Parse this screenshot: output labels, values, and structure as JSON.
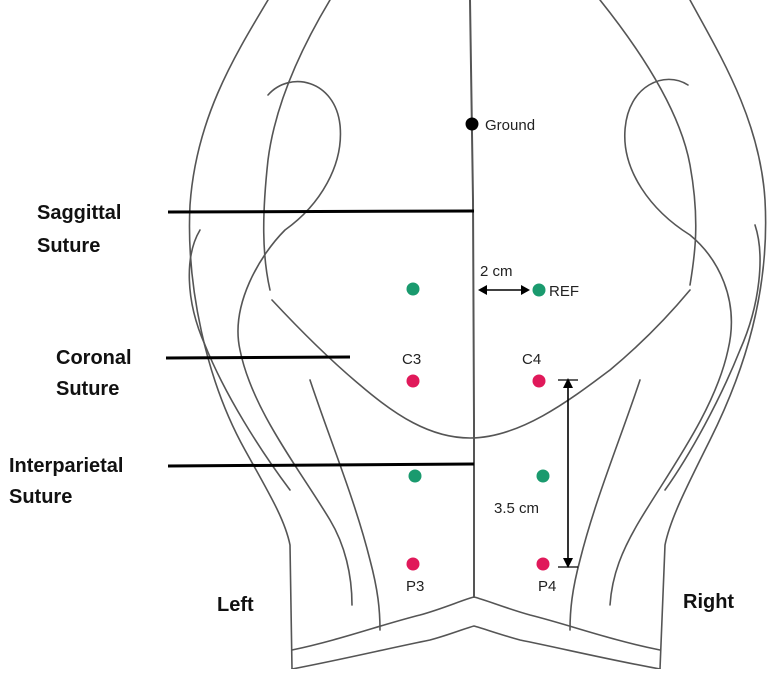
{
  "labels": {
    "ground": "Ground",
    "sagittal_line1": "Saggittal",
    "sagittal_line2": "Suture",
    "coronal_line1": "Coronal",
    "coronal_line2": "Suture",
    "interparietal_line1": "Interparietal",
    "interparietal_line2": "Suture",
    "distance_ref": "2 cm",
    "distance_vertical": "3.5 cm",
    "ref": "REF",
    "c3": "C3",
    "c4": "C4",
    "p3": "P3",
    "p4": "P4",
    "left": "Left",
    "right": "Right"
  },
  "electrode_colors": {
    "ground": "#000000",
    "reference": "#1a9a6e",
    "recording": "#e0195a"
  }
}
